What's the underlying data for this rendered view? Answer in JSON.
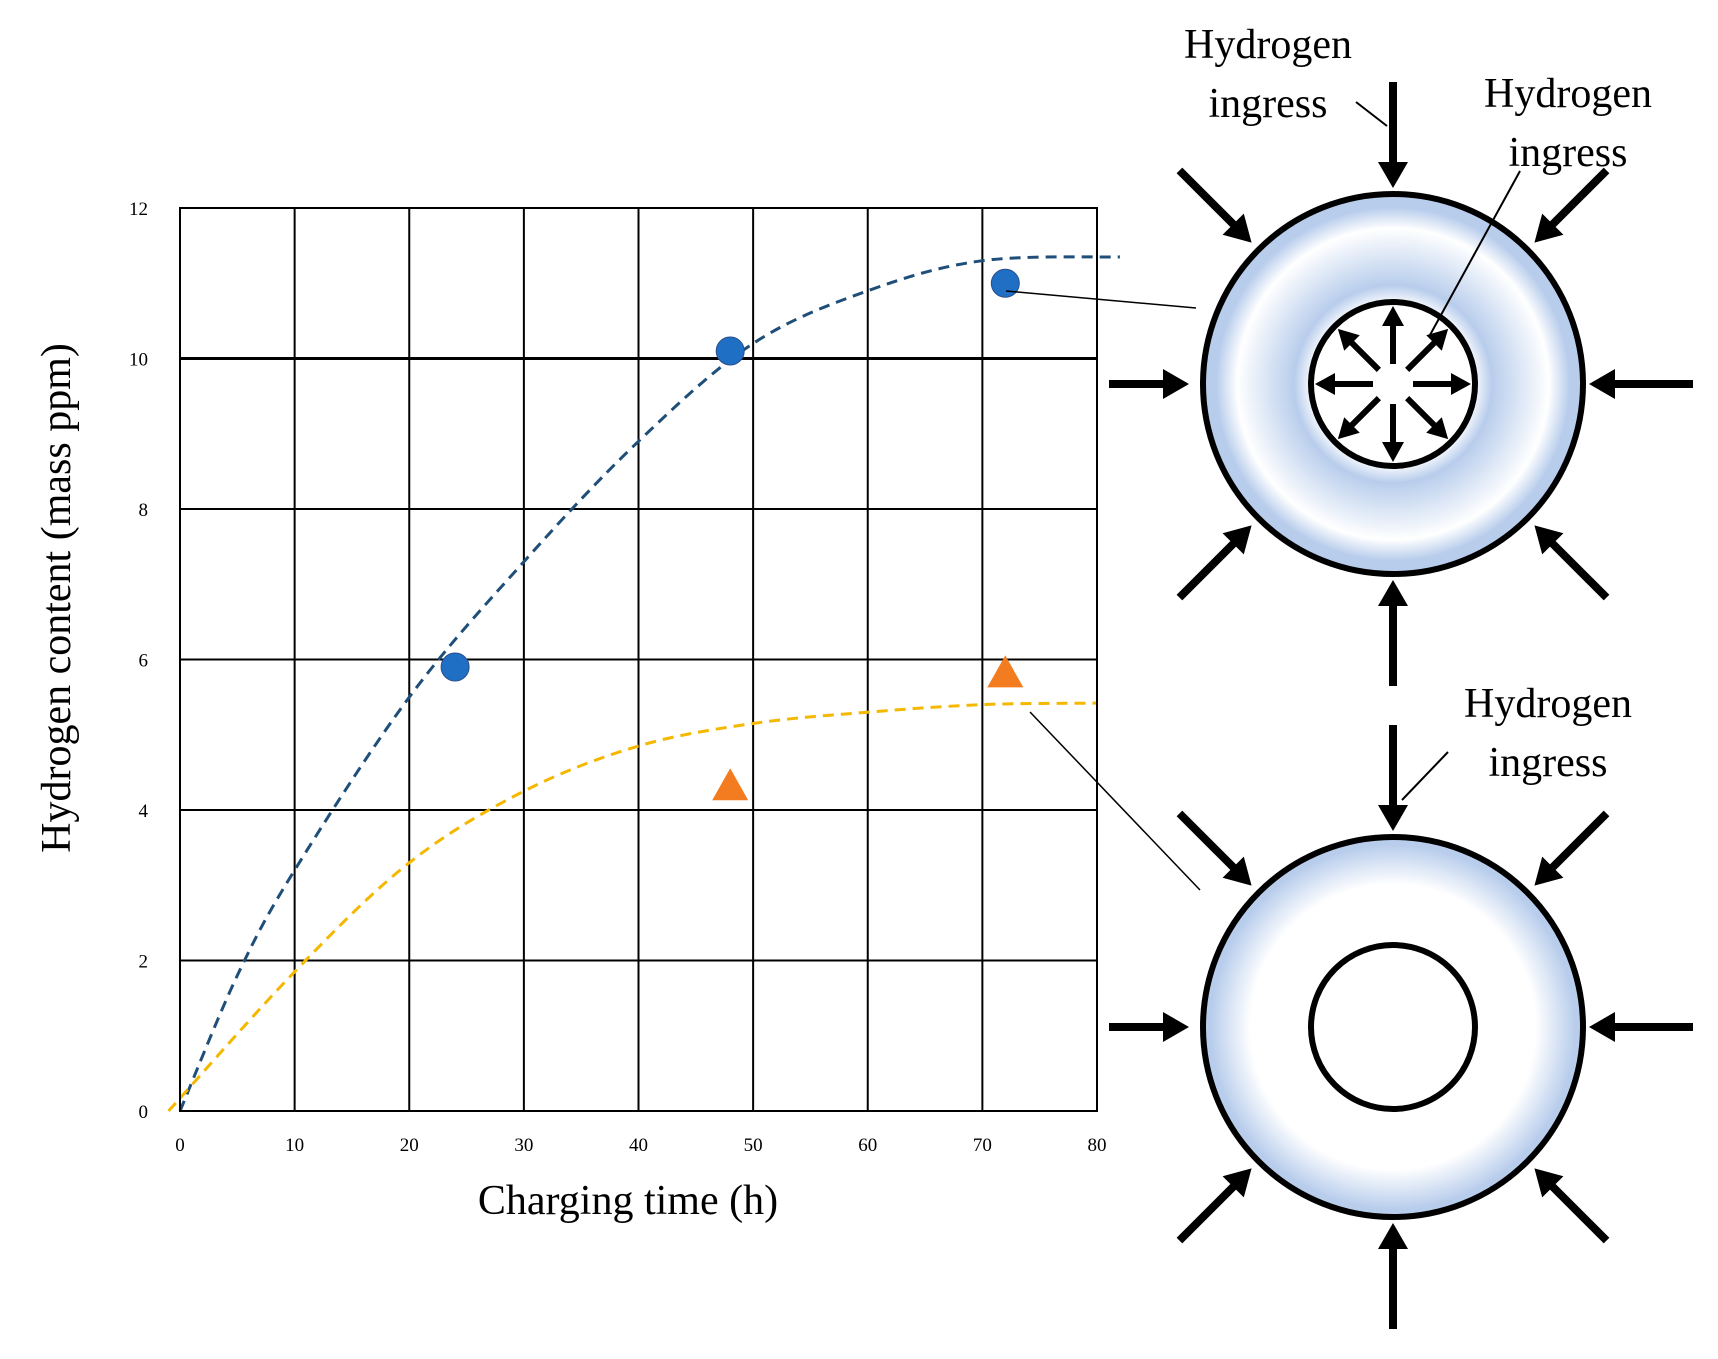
{
  "chart_data": {
    "type": "scatter",
    "xlabel": "Charging time (h)",
    "ylabel": "Hydrogen content (mass ppm)",
    "xlim": [
      0,
      80
    ],
    "ylim": [
      0,
      12
    ],
    "x_ticks": [
      0,
      10,
      20,
      30,
      40,
      50,
      60,
      70,
      80
    ],
    "y_ticks": [
      0,
      2,
      4,
      6,
      8,
      10,
      12
    ],
    "grid": true,
    "series": [
      {
        "marker": "circle",
        "color": "#1f6fc5",
        "points": [
          {
            "x": 24,
            "y": 5.9
          },
          {
            "x": 48,
            "y": 10.1
          },
          {
            "x": 72,
            "y": 11.0
          }
        ],
        "fit_line": {
          "style": "dashed",
          "color": "#1f4e79",
          "points": [
            [
              0,
              0
            ],
            [
              5,
              1.8
            ],
            [
              10,
              3.2
            ],
            [
              20,
              5.5
            ],
            [
              30,
              7.3
            ],
            [
              40,
              8.9
            ],
            [
              50,
              10.2
            ],
            [
              60,
              10.9
            ],
            [
              70,
              11.3
            ],
            [
              82,
              11.35
            ]
          ]
        }
      },
      {
        "marker": "triangle",
        "color": "#f47c20",
        "points": [
          {
            "x": 48,
            "y": 4.3
          },
          {
            "x": 72,
            "y": 5.8
          }
        ],
        "fit_line": {
          "style": "dashed",
          "color": "#f5b800",
          "points": [
            [
              -1,
              0
            ],
            [
              10,
              1.85
            ],
            [
              20,
              3.3
            ],
            [
              30,
              4.25
            ],
            [
              40,
              4.85
            ],
            [
              50,
              5.15
            ],
            [
              60,
              5.3
            ],
            [
              70,
              5.4
            ],
            [
              80,
              5.42
            ]
          ]
        }
      }
    ]
  },
  "diagram": {
    "top_outer_label": [
      "Hydrogen",
      "ingress"
    ],
    "top_inner_label": [
      "Hydrogen",
      "ingress"
    ],
    "bottom_label": [
      "Hydrogen",
      "ingress"
    ],
    "ring_fill_color": "#b8cdec",
    "arrow_color": "#000000"
  }
}
